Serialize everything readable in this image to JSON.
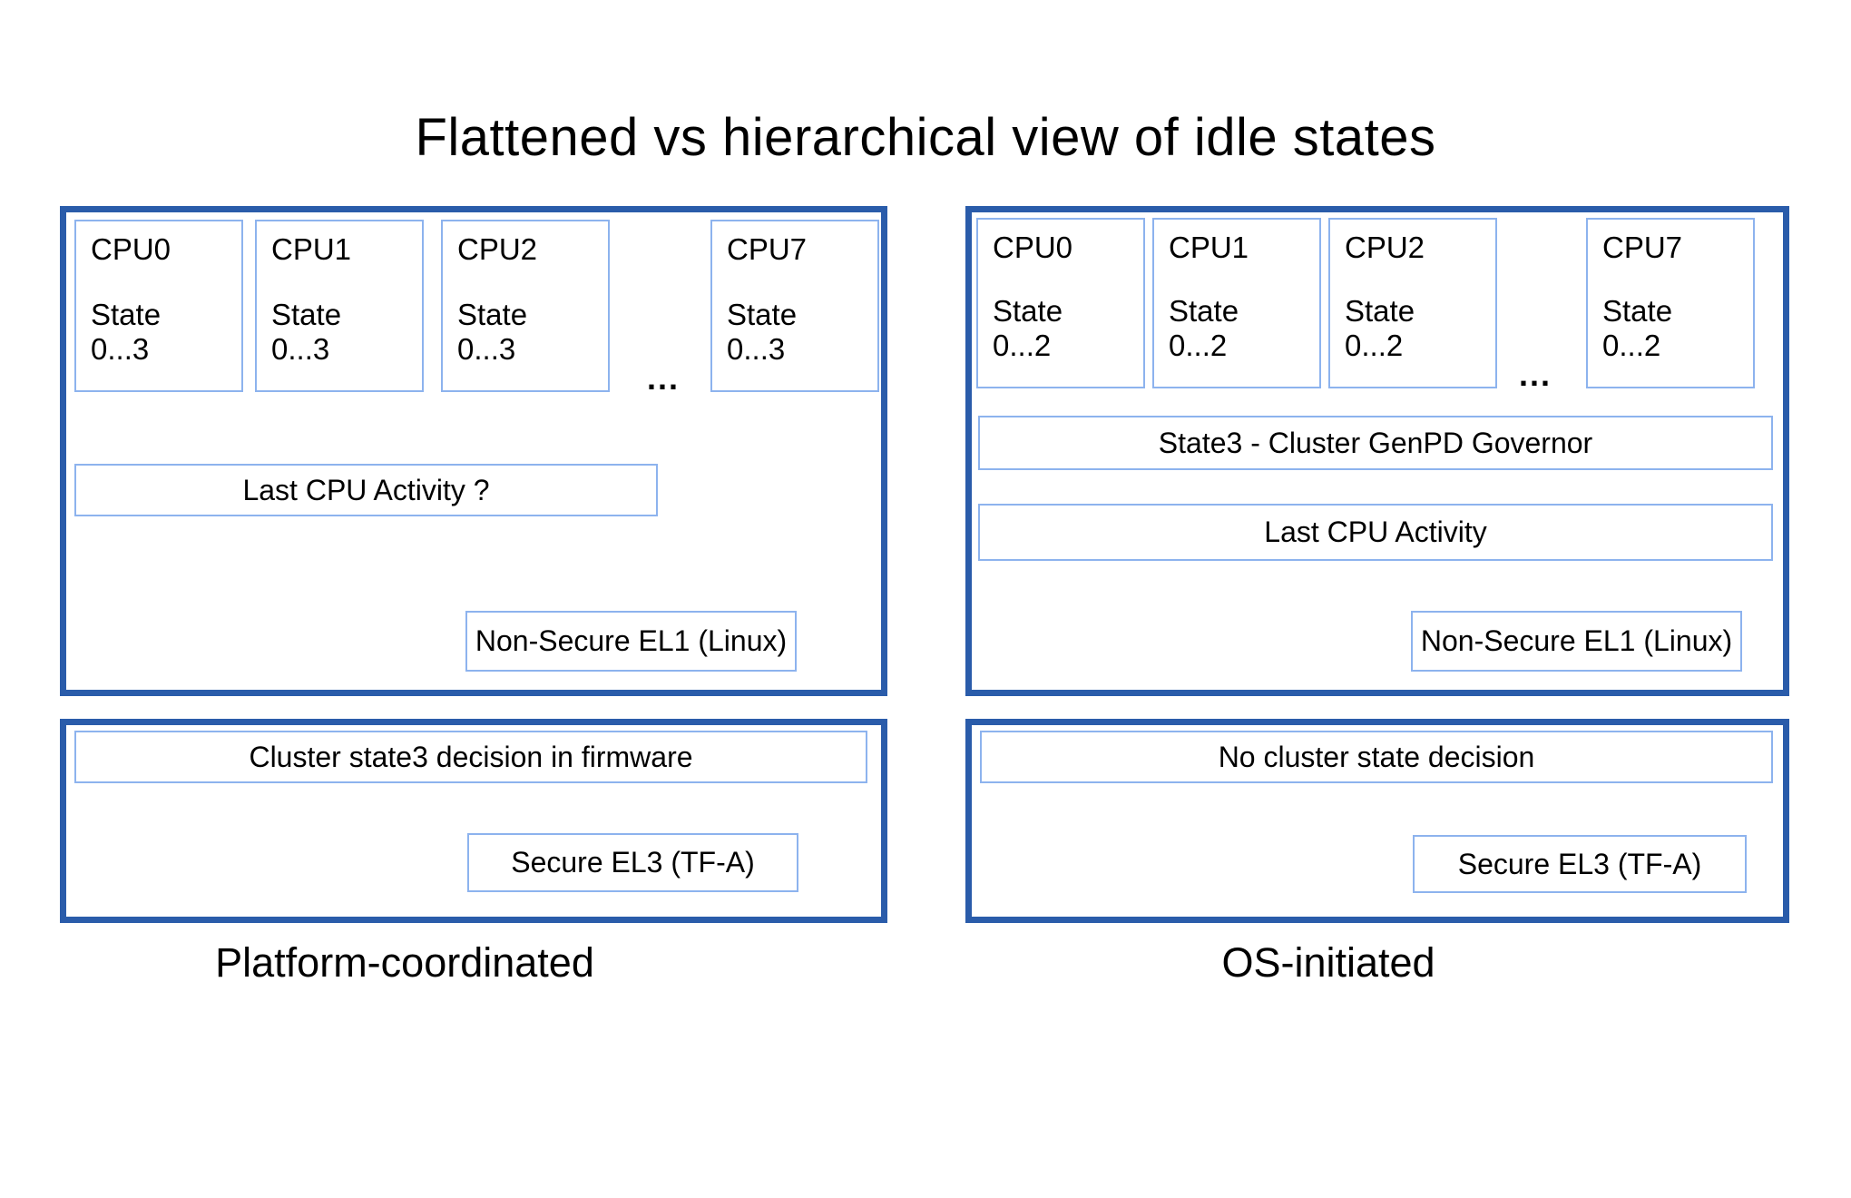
{
  "title": "Flattened vs hierarchical view of idle states",
  "ellipsis": "...",
  "colors": {
    "panel_border": "#2a5caa",
    "box_border": "#8db3ee",
    "text": "#000000",
    "background": "#ffffff"
  },
  "left": {
    "label": "Platform-coordinated",
    "cpus": [
      {
        "name": "CPU0",
        "state": "State\n0...3"
      },
      {
        "name": "CPU1",
        "state": "State\n0...3"
      },
      {
        "name": "CPU2",
        "state": "State\n0...3"
      },
      {
        "name": "CPU7",
        "state": "State\n0...3"
      }
    ],
    "activity_box": "Last CPU Activity ?",
    "el1_box": "Non-Secure EL1 (Linux)",
    "firmware_box": "Cluster state3 decision in firmware",
    "el3_box": "Secure EL3 (TF-A)"
  },
  "right": {
    "label": "OS-initiated",
    "cpus": [
      {
        "name": "CPU0",
        "state": "State\n0...2"
      },
      {
        "name": "CPU1",
        "state": "State\n0...2"
      },
      {
        "name": "CPU2",
        "state": "State\n0...2"
      },
      {
        "name": "CPU7",
        "state": "State\n0...2"
      }
    ],
    "governor_box": "State3 - Cluster GenPD Governor",
    "activity_box": "Last CPU Activity",
    "el1_box": "Non-Secure EL1 (Linux)",
    "decision_box": "No cluster state decision",
    "el3_box": "Secure EL3 (TF-A)"
  }
}
